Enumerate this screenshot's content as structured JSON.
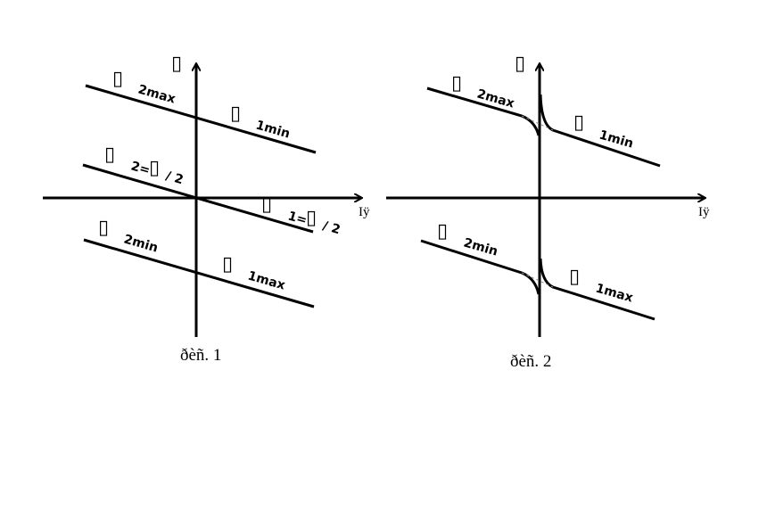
{
  "symbol": "▯",
  "figures": [
    {
      "caption": "ðèñ. 1",
      "x_axis_label": "Iÿ",
      "y_axis_label": "▯",
      "labels": [
        "2max",
        "1min",
        "2=",
        "/ 2",
        "1=",
        "/ 2",
        "2min",
        "1max"
      ]
    },
    {
      "caption": "ðèñ. 2",
      "x_axis_label": "Iÿ",
      "y_axis_label": "▯",
      "labels": [
        "2max",
        "1min",
        "2min",
        "1max"
      ]
    }
  ]
}
